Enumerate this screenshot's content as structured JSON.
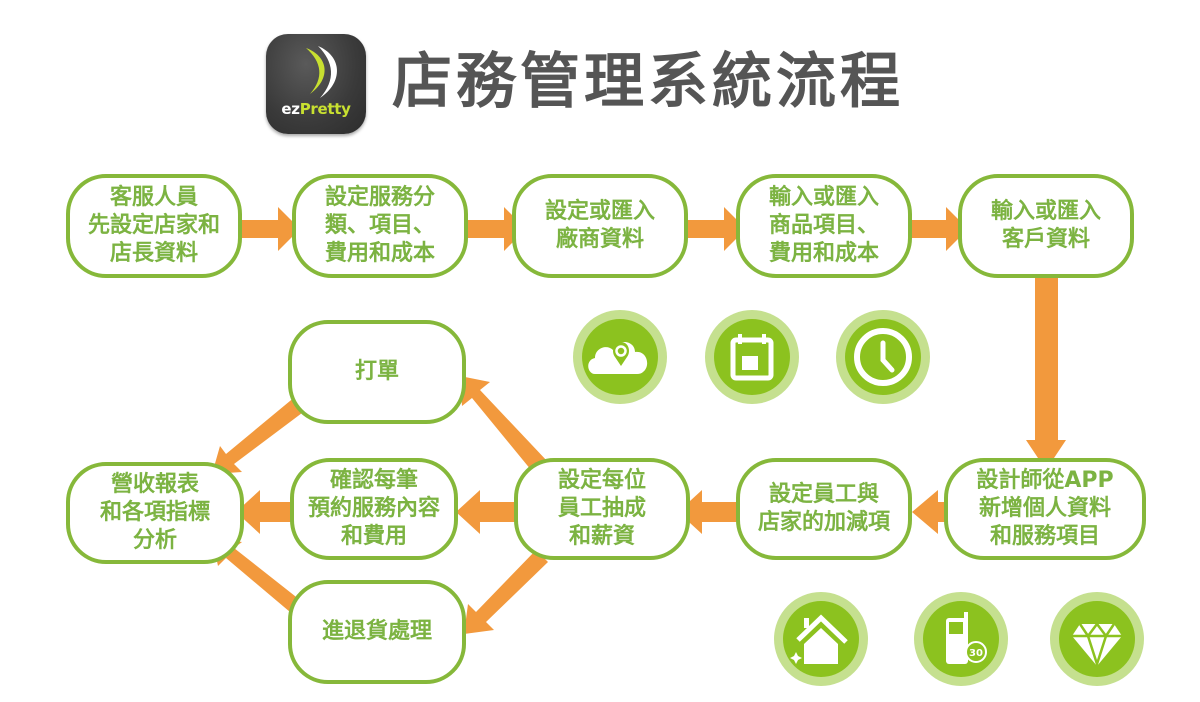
{
  "header": {
    "logo": {
      "prefix": "ez",
      "suffix": "Pretty",
      "icon": "ezpretty-logo-icon"
    },
    "title": "店務管理系統流程"
  },
  "colors": {
    "node_border": "#86b83a",
    "node_text": "#7cb342",
    "arrow": "#f2993d",
    "title_text": "#555555",
    "icon_ring": "#c5e08f",
    "icon_fill": "#8cc21f"
  },
  "nodes": {
    "cs_setup": "客服人員\n先設定店家和\n店長資料",
    "service_setup": "設定服務分\n類、項目、\n費用和成本",
    "vendor_data": "設定或匯入\n廠商資料",
    "product_data": "輸入或匯入\n商品項目、\n費用和成本",
    "customer_data": "輸入或匯入\n客戶資料",
    "designer_app": "設計師從APP\n新增個人資料\n和服務項目",
    "adjustments": "設定員工與\n店家的加減項",
    "commission": "設定每位\n員工抽成\n和薪資",
    "confirm_booking": "確認每筆\n預約服務內容\n和費用",
    "billing": "打單",
    "returns": "進退貨處理",
    "reports": "營收報表\n和各項指標\n分析"
  },
  "icons": {
    "top": [
      "cloud-location-icon",
      "calendar-icon",
      "clock-icon"
    ],
    "bottom": [
      "house-icon",
      "phone-timer-icon",
      "diamond-icon"
    ],
    "phone_timer_label": "30"
  }
}
